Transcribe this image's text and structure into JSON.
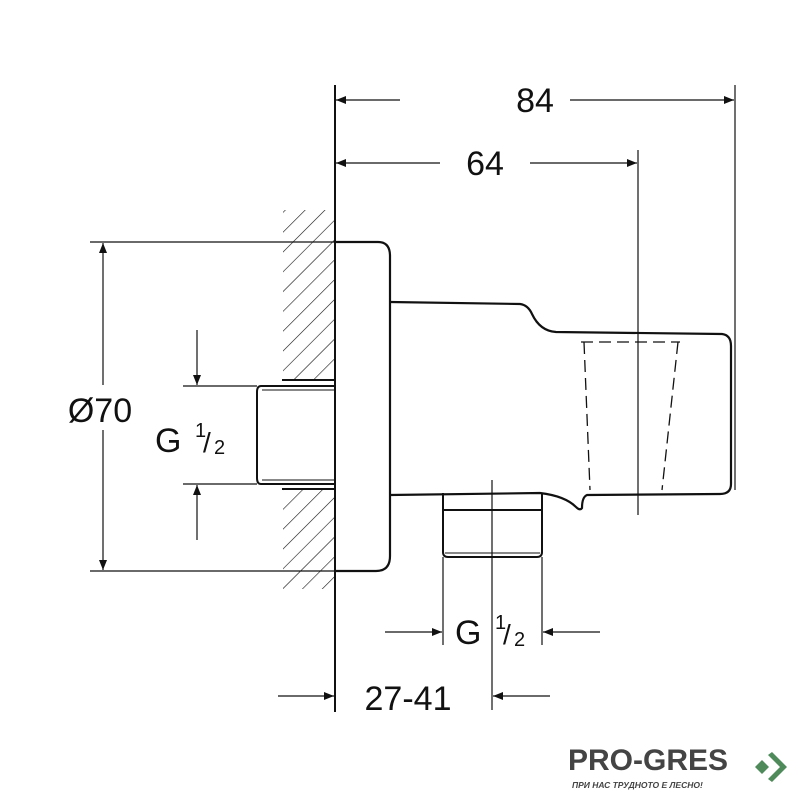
{
  "dimensions": {
    "overall_length": "84",
    "center_length": "64",
    "diameter": "Ø70",
    "wall_thread": {
      "main": "G",
      "num": "1",
      "slash": "/",
      "den": "2"
    },
    "outlet_thread": {
      "main": "G",
      "num": "1",
      "slash": "/",
      "den": "2"
    },
    "wall_offset": "27-41"
  },
  "logo": {
    "name": "PRO-GRES",
    "tagline": "ПРИ НАС ТРУДНОТО Е ЛЕСНО!",
    "color": "#4e8a5a"
  }
}
